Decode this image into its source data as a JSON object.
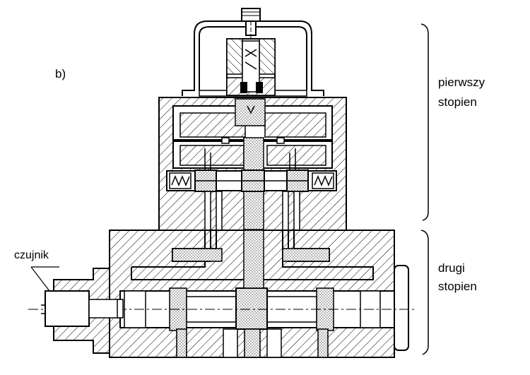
{
  "labels": {
    "figure_tag": "b)",
    "stage_one_line1": "pierwszy",
    "stage_one_line2": "stopien",
    "stage_two_line1": "drugi",
    "stage_two_line2": "stopien",
    "sensor": "czujnik"
  }
}
